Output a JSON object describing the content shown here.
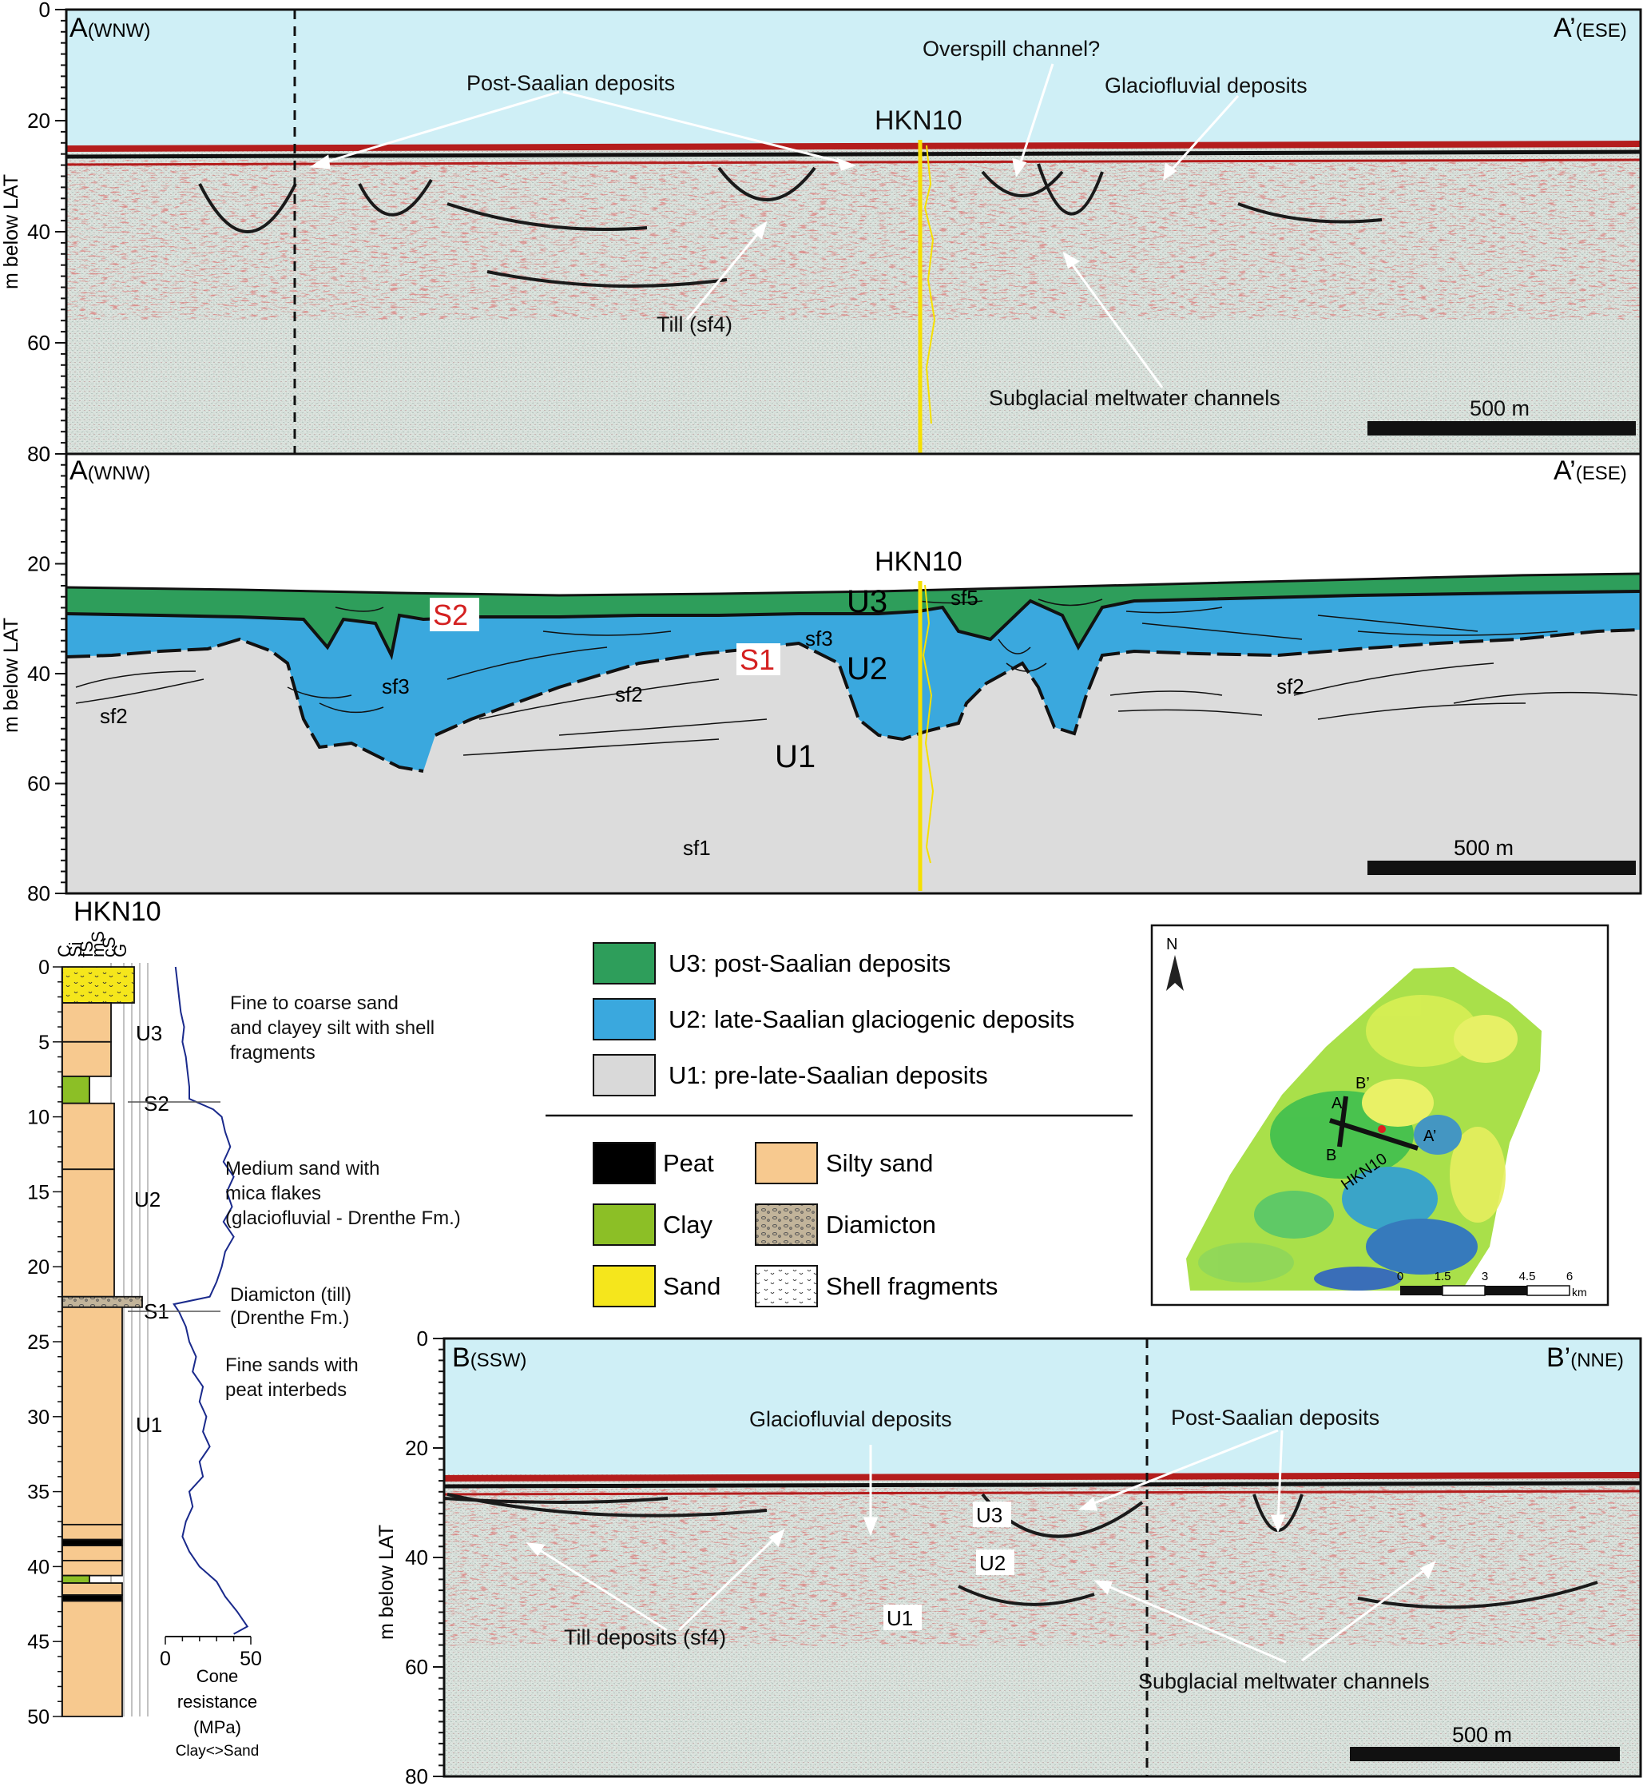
{
  "panelA_seismic": {
    "left_label": "A",
    "left_dir": "(WNW)",
    "right_label": "A’",
    "right_dir": "(ESE)",
    "y_axis_label": "m below LAT",
    "y_ticks": [
      "0",
      "20",
      "40",
      "60",
      "80"
    ],
    "well": "HKN10",
    "annotations": [
      "Post-Saalian deposits",
      "Overspill channel?",
      "Glaciofluvial deposits",
      "Till (sf4)",
      "Subglacial meltwater channels"
    ],
    "scale_bar": "500 m"
  },
  "panelA_interp": {
    "left_label": "A",
    "left_dir": "(WNW)",
    "right_label": "A’",
    "right_dir": "(ESE)",
    "y_axis_label": "m below LAT",
    "y_ticks": [
      "0",
      "20",
      "40",
      "60",
      "80"
    ],
    "well": "HKN10",
    "units": {
      "u3": "U3",
      "u2": "U2",
      "u1": "U1"
    },
    "surfaces": {
      "s2": "S2",
      "s1": "S1"
    },
    "facies": {
      "sf1": "sf1",
      "sf2": "sf2",
      "sf3": "sf3",
      "sf5": "sf5"
    },
    "scale_bar": "500 m"
  },
  "log": {
    "title": "HKN10",
    "grain_columns": [
      "C",
      "Si",
      "fS",
      "mS",
      "cS",
      "G"
    ],
    "depth_ticks": [
      "0",
      "5",
      "10",
      "15",
      "20",
      "25",
      "30",
      "35",
      "40",
      "45",
      "50"
    ],
    "units": [
      "U3",
      "U2",
      "U1"
    ],
    "surfaces": [
      "S2",
      "S1"
    ],
    "descriptions": [
      "Fine to coarse sand and clayey silt with shell fragments",
      "Medium sand with mica flakes (glaciofluvial - Drenthe Fm.)",
      "Diamicton (till) (Drenthe Fm.)",
      "Fine sands with peat interbeds"
    ],
    "cone_ticks": [
      "0",
      "50"
    ],
    "cone_label_1": "Cone",
    "cone_label_2": "resistance",
    "cone_label_3": "(MPa)",
    "cone_label_4": "Clay<>Sand",
    "cone_data_mpa": [
      [
        0,
        6
      ],
      [
        1,
        7
      ],
      [
        2,
        8
      ],
      [
        3,
        9
      ],
      [
        4,
        11
      ],
      [
        5,
        10
      ],
      [
        6,
        12
      ],
      [
        7,
        13
      ],
      [
        8,
        14
      ],
      [
        8.8,
        14
      ],
      [
        9.5,
        28
      ],
      [
        10,
        33
      ],
      [
        11,
        35
      ],
      [
        12,
        38
      ],
      [
        13,
        34
      ],
      [
        14,
        40
      ],
      [
        15,
        36
      ],
      [
        16,
        39
      ],
      [
        17,
        34
      ],
      [
        18,
        40
      ],
      [
        19,
        35
      ],
      [
        20,
        33
      ],
      [
        21,
        30
      ],
      [
        22,
        26
      ],
      [
        22.5,
        5
      ],
      [
        23,
        8
      ],
      [
        24,
        12
      ],
      [
        25,
        14
      ],
      [
        26,
        18
      ],
      [
        27,
        16
      ],
      [
        28,
        22
      ],
      [
        29,
        20
      ],
      [
        30,
        24
      ],
      [
        31,
        22
      ],
      [
        32,
        26
      ],
      [
        33,
        20
      ],
      [
        34,
        22
      ],
      [
        35,
        14
      ],
      [
        36,
        16
      ],
      [
        37,
        12
      ],
      [
        38,
        10
      ],
      [
        39,
        14
      ],
      [
        40,
        20
      ],
      [
        41,
        30
      ],
      [
        42,
        35
      ],
      [
        43,
        42
      ],
      [
        44,
        48
      ],
      [
        44.5,
        40
      ]
    ]
  },
  "legend": {
    "units": [
      "U3: post-Saalian deposits",
      "U2: late-Saalian glaciogenic deposits",
      "U1: pre-late-Saalian deposits"
    ],
    "unit_colors": [
      "#2e9e5b",
      "#3aa8de",
      "#d9d9d9"
    ],
    "lithology": [
      "Peat",
      "Clay",
      "Sand",
      "Silty sand",
      "Diamicton",
      "Shell fragments"
    ],
    "lithology_colors": [
      "#000000",
      "#8cbf26",
      "#f5e61c",
      "#f7c98f",
      "#c2b49a",
      "#ffffff"
    ]
  },
  "map": {
    "north": "N",
    "labels": {
      "a": "A",
      "a_prime": "A’",
      "b": "B",
      "b_prime": "B’",
      "well": "HKN10"
    },
    "scale_ticks": [
      "0",
      "1.5",
      "3",
      "4.5",
      "6"
    ],
    "scale_unit": "km"
  },
  "panelB_seismic": {
    "left_label": "B",
    "left_dir": "(SSW)",
    "right_label": "B’",
    "right_dir": "(NNE)",
    "y_axis_label": "m below LAT",
    "y_ticks": [
      "0",
      "20",
      "40",
      "60",
      "80"
    ],
    "annotations": [
      "Glaciofluvial deposits",
      "Post-Saalian deposits",
      "Till deposits (sf4)",
      "Subglacial meltwater channels"
    ],
    "units": [
      "U3",
      "U2",
      "U1"
    ],
    "scale_bar": "500 m"
  }
}
